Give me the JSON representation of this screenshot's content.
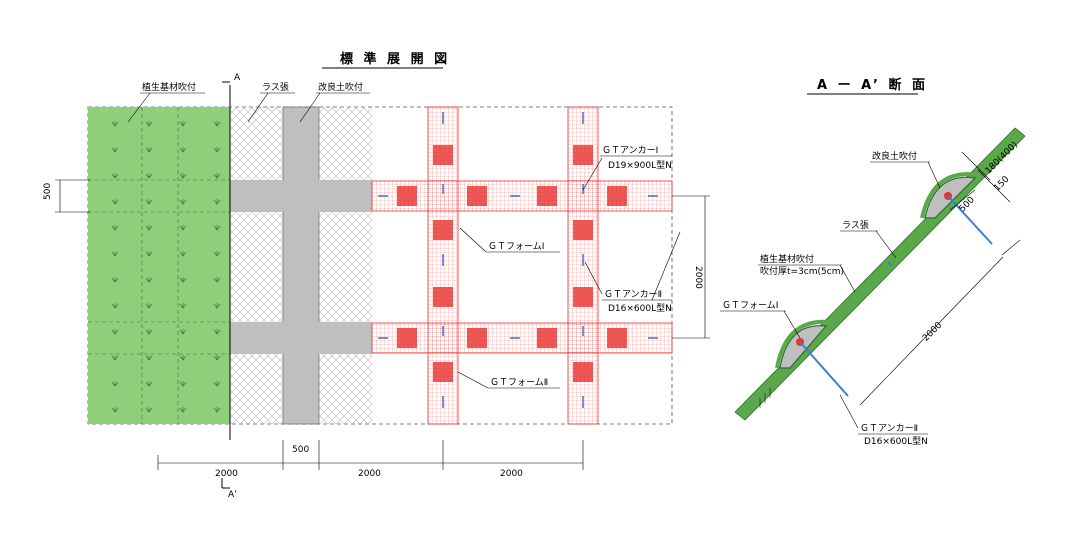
{
  "titles": {
    "plan": "標 準 展 開 図",
    "section": "A ー A’ 断 面"
  },
  "plan": {
    "cut_top": "A",
    "cut_bottom": "A’",
    "labels": {
      "veg": "植生基材吹付",
      "lath": "ラス張",
      "soil": "改良土吹付",
      "anchor1_name": "ＧＴアンカーⅠ",
      "anchor1_spec": "D19×900L型N",
      "form1": "ＧＴフォームⅠ",
      "anchor2_name": "ＧＴアンカーⅡ",
      "anchor2_spec": "D16×600L型N",
      "form2": "ＧＴフォームⅡ"
    },
    "dims": {
      "left_500": "500",
      "right_2000": "2000",
      "bottom_1": "2000",
      "bottom_2": "500",
      "bottom_3": "2000",
      "bottom_4": "2000"
    }
  },
  "section": {
    "labels": {
      "soil": "改良土吹付",
      "lath": "ラス張",
      "veg": "植生基材吹付",
      "veg_thk": "吹付厚t=3cm(5cm)",
      "form1": "ＧＴフォームⅠ",
      "anchor2_name": "ＧＴアンカーⅡ",
      "anchor2_spec": "D16×600L型N"
    },
    "dims": {
      "d180": "180(400)",
      "d150": "150",
      "d500": "500",
      "d2000": "2000"
    }
  },
  "colors": {
    "vegetation": "#8fcf7a",
    "soil": "#bfbfbf",
    "form": "#e8322e",
    "anchor": "#3b7fd0"
  }
}
